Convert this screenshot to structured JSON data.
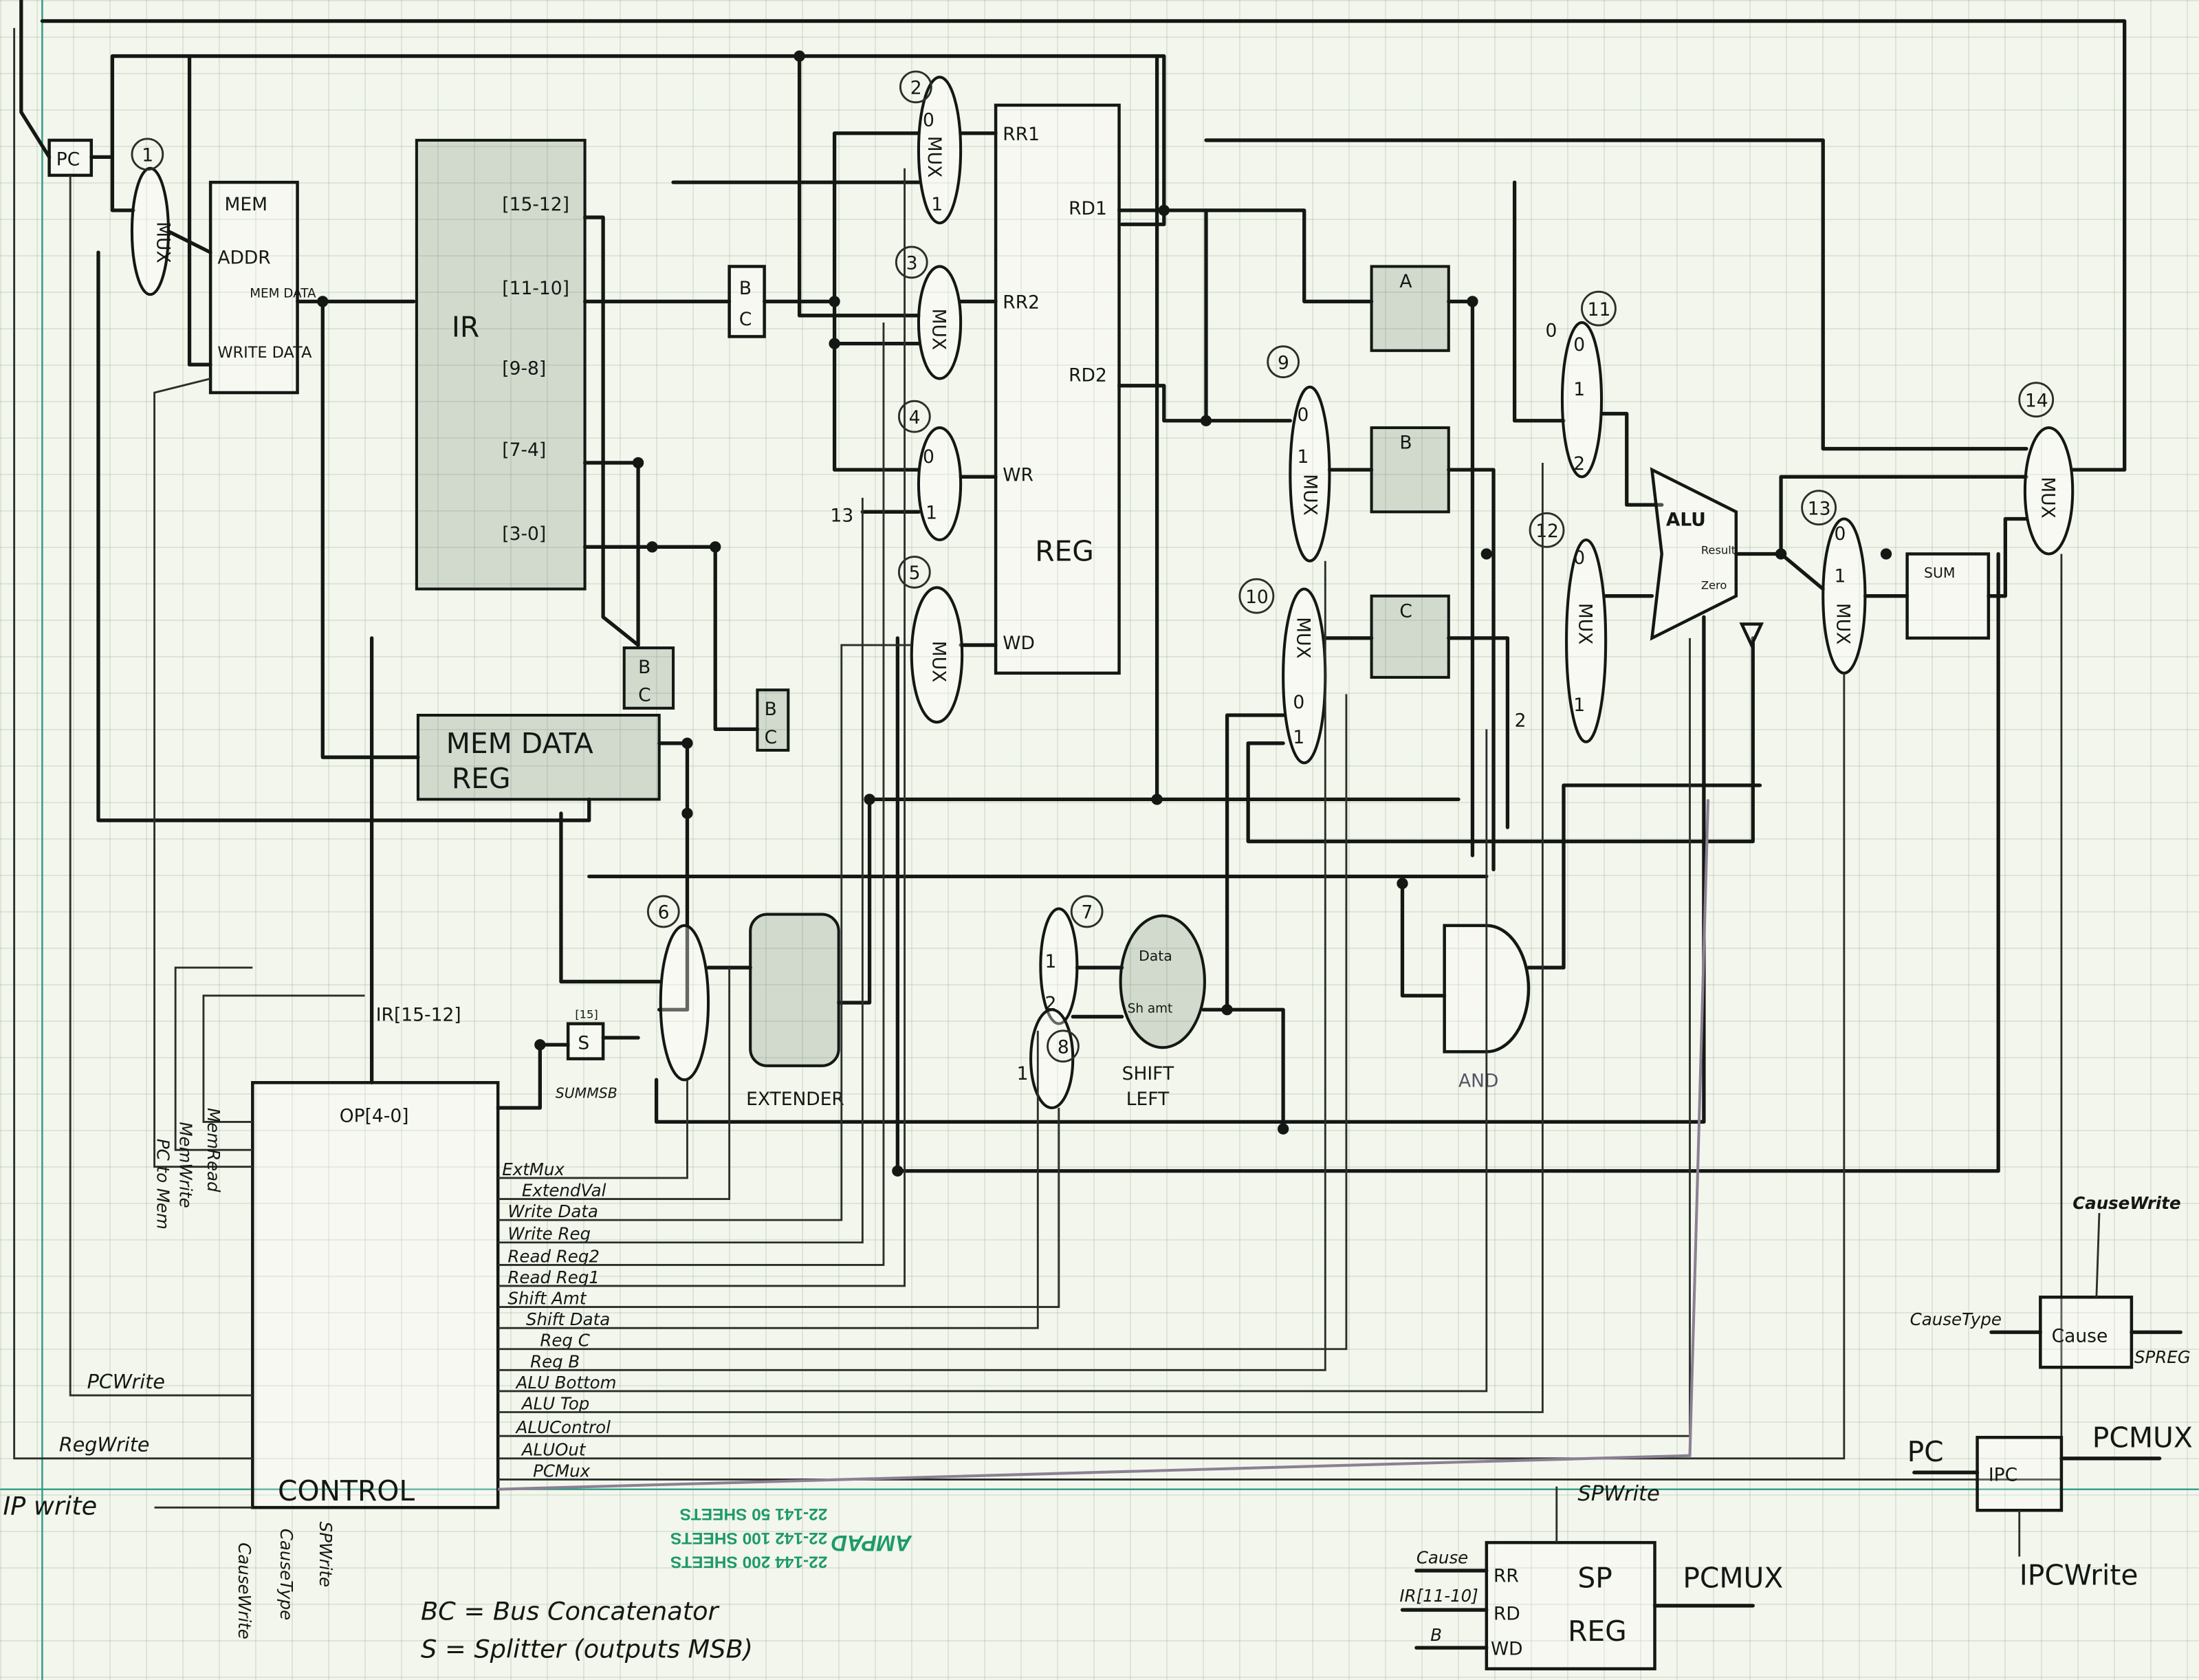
{
  "blocks": {
    "pc": "PC",
    "mem": {
      "title": "MEM",
      "addr": "ADDR",
      "mem_data": "MEM DATA",
      "write_data": "WRITE DATA"
    },
    "ir": {
      "title": "IR",
      "fields": [
        "[15-12]",
        "[11-10]",
        "[9-8]",
        "[7-4]",
        "[3-0]"
      ]
    },
    "bc": {
      "b": "B",
      "c": "C"
    },
    "mem_data_reg": [
      "MEM DATA",
      "REG"
    ],
    "reg": {
      "title": "REG",
      "rr1": "RR1",
      "rd1": "RD1",
      "rr2": "RR2",
      "rd2": "RD2",
      "wr": "WR",
      "wd": "WD"
    },
    "reg_a": "A",
    "reg_b": "B",
    "reg_c": "C",
    "alu": {
      "title": "ALU",
      "result": "Result",
      "zero": "Zero"
    },
    "sum": "SUM",
    "extender": "EXTENDER",
    "splitter": "S",
    "splitter_bit": "[15]",
    "shift_left": {
      "title": [
        "SHIFT",
        "LEFT"
      ],
      "data": "Data",
      "shamt": "Sh amt"
    },
    "and": "AND",
    "control": {
      "title": "CONTROL",
      "op": "OP[4-0]"
    },
    "cause": "Cause",
    "ipc": "IPC",
    "sp_reg": {
      "title": [
        "SP",
        "REG"
      ],
      "rr": "RR",
      "rd": "RD",
      "wd": "WD"
    }
  },
  "mux_numbers": [
    "1",
    "2",
    "3",
    "4",
    "5",
    "6",
    "7",
    "8",
    "9",
    "10",
    "11",
    "12",
    "13",
    "14"
  ],
  "mux_label": "MUX",
  "constants": {
    "thirteen": "13",
    "two": "2",
    "zero": "0",
    "one": "1"
  },
  "wire_labels": {
    "ir_15_12": "IR[15-12]",
    "summsb": "SUMMSB",
    "cause_in": "Cause",
    "ir_11_10": "IR[11-10]",
    "b_in": "B",
    "sp_out": "PCMUX",
    "ipc_in": "PC",
    "ipc_out": "PCMUX",
    "cause_out": "SPREG",
    "cause_type": "CauseType",
    "cause_write": "CauseWrite",
    "ipc_write": "IPCWrite",
    "sp_write": "SPWrite"
  },
  "control_signals_right": [
    "ExtMux",
    "ExtendVal",
    "Write Data",
    "Write Reg",
    "Read Reg2",
    "Read Reg1",
    "Shift Amt",
    "Shift Data",
    "Reg C",
    "Reg B",
    "ALU Bottom",
    "ALU Top",
    "ALUControl",
    "ALUOut",
    "PCMux"
  ],
  "control_signals_left": [
    "MemRead",
    "MemWrite",
    "PC to Mem",
    "PCWrite",
    "RegWrite",
    "IP write"
  ],
  "control_signals_bottom": [
    "CauseWrite",
    "CauseType",
    "SPWrite"
  ],
  "legend": [
    "BC = Bus Concatenator",
    "S = Splitter (outputs MSB)"
  ],
  "pad_print": {
    "brand": "AMPAD",
    "lines": [
      "22-144   200 SHEETS",
      "22-142   100 SHEETS",
      "22-141    50 SHEETS"
    ]
  }
}
